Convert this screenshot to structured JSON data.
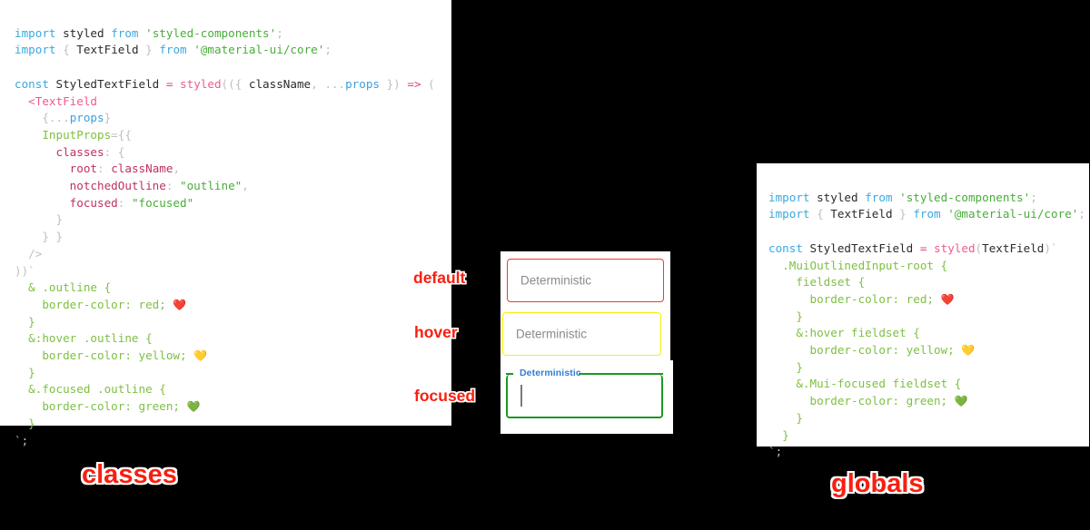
{
  "left_panel": {
    "name": "classes-approach-code",
    "caption": "classes",
    "lines": [
      "import styled from 'styled-components';",
      "import { TextField } from '@material-ui/core';",
      "",
      "const StyledTextField = styled(({ className, ...props }) => (",
      "  <TextField",
      "    {...props}",
      "    InputProps={{",
      "      classes: {",
      "        root: className,",
      "        notchedOutline: \"outline\",",
      "        focused: \"focused\"",
      "      }",
      "    }}",
      "  />",
      "))`",
      "  & .outline {",
      "    border-color: red; ❤️",
      "  }",
      "  &:hover .outline {",
      "    border-color: yellow; 💛",
      "  }",
      "  &.focused .outline {",
      "    border-color: green; 💚",
      "  }",
      "`;"
    ]
  },
  "right_panel": {
    "name": "globals-approach-code",
    "caption": "globals",
    "lines": [
      "import styled from 'styled-components';",
      "import { TextField } from '@material-ui/core';",
      "",
      "const StyledTextField = styled(TextField)`",
      "  .MuiOutlinedInput-root {",
      "    fieldset {",
      "      border-color: red; ❤️",
      "    }",
      "    &:hover fieldset {",
      "      border-color: yellow; 💛",
      "    }",
      "    &.Mui-focused fieldset {",
      "      border-color: green; 💚",
      "    }",
      "  }",
      "`;"
    ]
  },
  "preview": {
    "states": [
      {
        "state_label": "default",
        "field_placeholder": "Deterministic",
        "border_color": "#f4372f",
        "focused": false
      },
      {
        "state_label": "hover",
        "field_placeholder": "Deterministic",
        "border_color": "#f5f10b",
        "focused": false
      },
      {
        "state_label": "focused",
        "field_placeholder": "Deterministic",
        "float_label": "Deterministic",
        "border_color": "#1b9820",
        "label_color": "#2f7fd4",
        "focused": true
      }
    ]
  },
  "colors": {
    "background": "#000000",
    "panel": "#ffffff",
    "annotation_text": "#f81f10",
    "annotation_outline": "#ffffff",
    "red": "#f4372f",
    "yellow": "#f5f10b",
    "green": "#1b9820",
    "blue_label": "#2f7fd4"
  }
}
